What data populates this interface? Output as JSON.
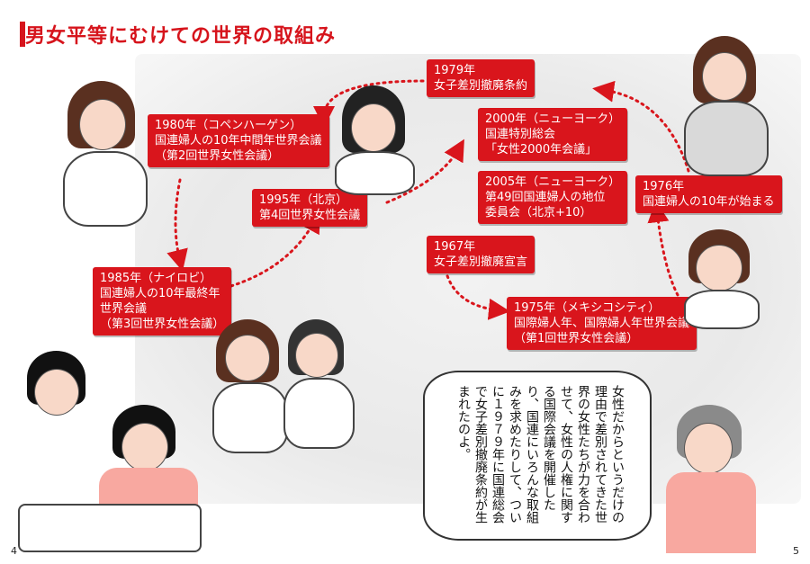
{
  "title": "男女平等にむけての世界の取組み",
  "events": {
    "e1979": [
      "1979年",
      "女子差別撤廃条約"
    ],
    "e1980": [
      "1980年（コペンハーゲン）",
      "国連婦人の10年中間年世界会議",
      "（第2回世界女性会議）"
    ],
    "e2000": [
      "2000年（ニューヨーク）",
      "国連特別総会",
      "「女性2000年会議」"
    ],
    "e1995": [
      "1995年（北京）",
      "第4回世界女性会議"
    ],
    "e2005": [
      "2005年（ニューヨーク）",
      "第49回国連婦人の地位",
      "委員会（北京+10）"
    ],
    "e1976": [
      "1976年",
      "国連婦人の10年が始まる"
    ],
    "e1967": [
      "1967年",
      "女子差別撤廃宣言"
    ],
    "e1985": [
      "1985年（ナイロビ）",
      "国連婦人の10年最終年",
      "世界会議",
      "（第3回世界女性会議）"
    ],
    "e1975": [
      "1975年（メキシコシティ）",
      "国際婦人年、国際婦人年世界会議",
      "（第1回世界女性会議）"
    ]
  },
  "speech": "女性だからというだけの理由で差別されてきた世界の女性たちが力を合わせて、女性の人権に関する国際会議を開催したり、国連にいろんな取組みを求めたりして、ついに１９７９年に国連総会で女子差別撤廃条約が生まれたのよ。",
  "page_left": "4",
  "page_right": "5",
  "colors": {
    "accent": "#d9151c"
  }
}
